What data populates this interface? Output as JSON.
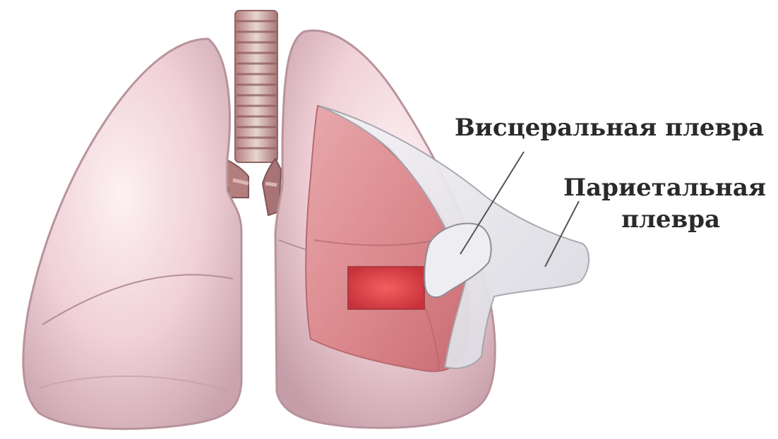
{
  "labels": {
    "visceral": "Висцеральная плевра",
    "parietal_line1": "Париетальная",
    "parietal_line2": "плевра"
  }
}
